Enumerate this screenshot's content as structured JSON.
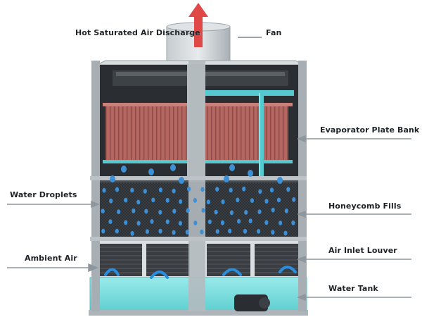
{
  "labels": {
    "hot_air": "Hot Saturated Air Discharge",
    "fan": "Fan",
    "evaporator": "Evaporator Plate Bank",
    "water_droplets": "Water Droplets",
    "honeycomb": "Honeycomb Fills",
    "ambient_air": "Ambient Air",
    "air_inlet": "Air Inlet Louver",
    "water_tank": "Water Tank"
  },
  "colors": {
    "frame": "#9aa3aa",
    "frame_dark": "#6f777d",
    "coil": "#b0605a",
    "pipe": "#54c9cf",
    "tank": "#7fdedd",
    "fill": "#2a2d31",
    "droplet": "#3d8fd6",
    "arrow_up": "#e04848",
    "flow_arrow": "#2a8ee0",
    "leader": "#8e979d"
  }
}
